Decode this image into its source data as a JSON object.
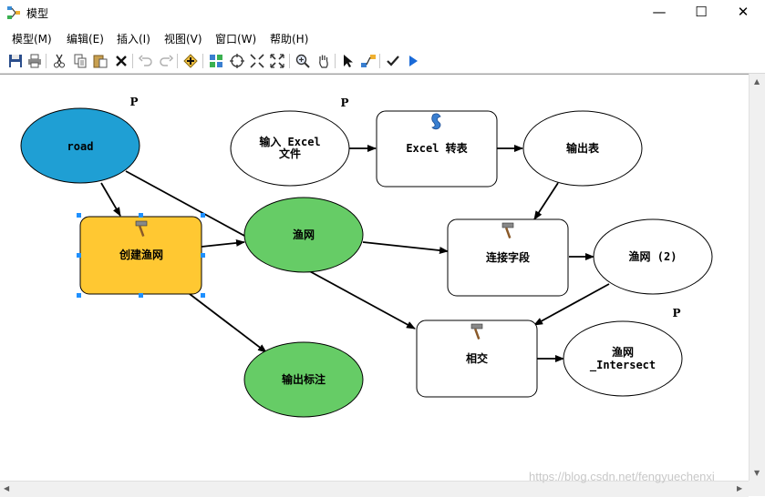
{
  "window": {
    "title": "模型",
    "minimize_glyph": "—",
    "maximize_glyph": "☐",
    "close_glyph": "✕"
  },
  "menu": [
    "模型(M)",
    "编辑(E)",
    "插入(I)",
    "视图(V)",
    "窗口(W)",
    "帮助(H)"
  ],
  "toolbar": {
    "icons": [
      "save-icon",
      "print-icon",
      "cut-icon",
      "copy-icon",
      "paste-icon",
      "delete-icon",
      "undo-icon",
      "redo-icon",
      "add-data-icon",
      "auto-layout-icon",
      "full-extent-icon",
      "fixed-zoom-in-icon",
      "fixed-zoom-out-icon",
      "zoom-in-icon",
      "pan-icon",
      "select-icon",
      "connect-icon",
      "validate-icon",
      "run-icon"
    ]
  },
  "diagram": {
    "colors": {
      "input_data": "#1f9fd4",
      "tool": "#ffc832",
      "derived_data": "#66cc66",
      "plain": "#ffffff",
      "selection": "#1e90ff"
    },
    "p_marker": "P",
    "nodes": {
      "road": {
        "label": "road"
      },
      "input_excel": {
        "label1": "输入 Excel",
        "label2": "文件"
      },
      "excel_to_table": {
        "label": "Excel 转表"
      },
      "output_table": {
        "label": "输出表"
      },
      "create_fishnet": {
        "label": "创建渔网"
      },
      "fishnet": {
        "label": "渔网"
      },
      "join_field": {
        "label": "连接字段"
      },
      "fishnet2": {
        "label": "渔网 (2)"
      },
      "output_label": {
        "label": "输出标注"
      },
      "intersect": {
        "label": "相交"
      },
      "fishnet_intersect": {
        "label1": "渔网",
        "label2": "_Intersect"
      }
    }
  },
  "watermark": "https://blog.csdn.net/fengyuechenxi"
}
